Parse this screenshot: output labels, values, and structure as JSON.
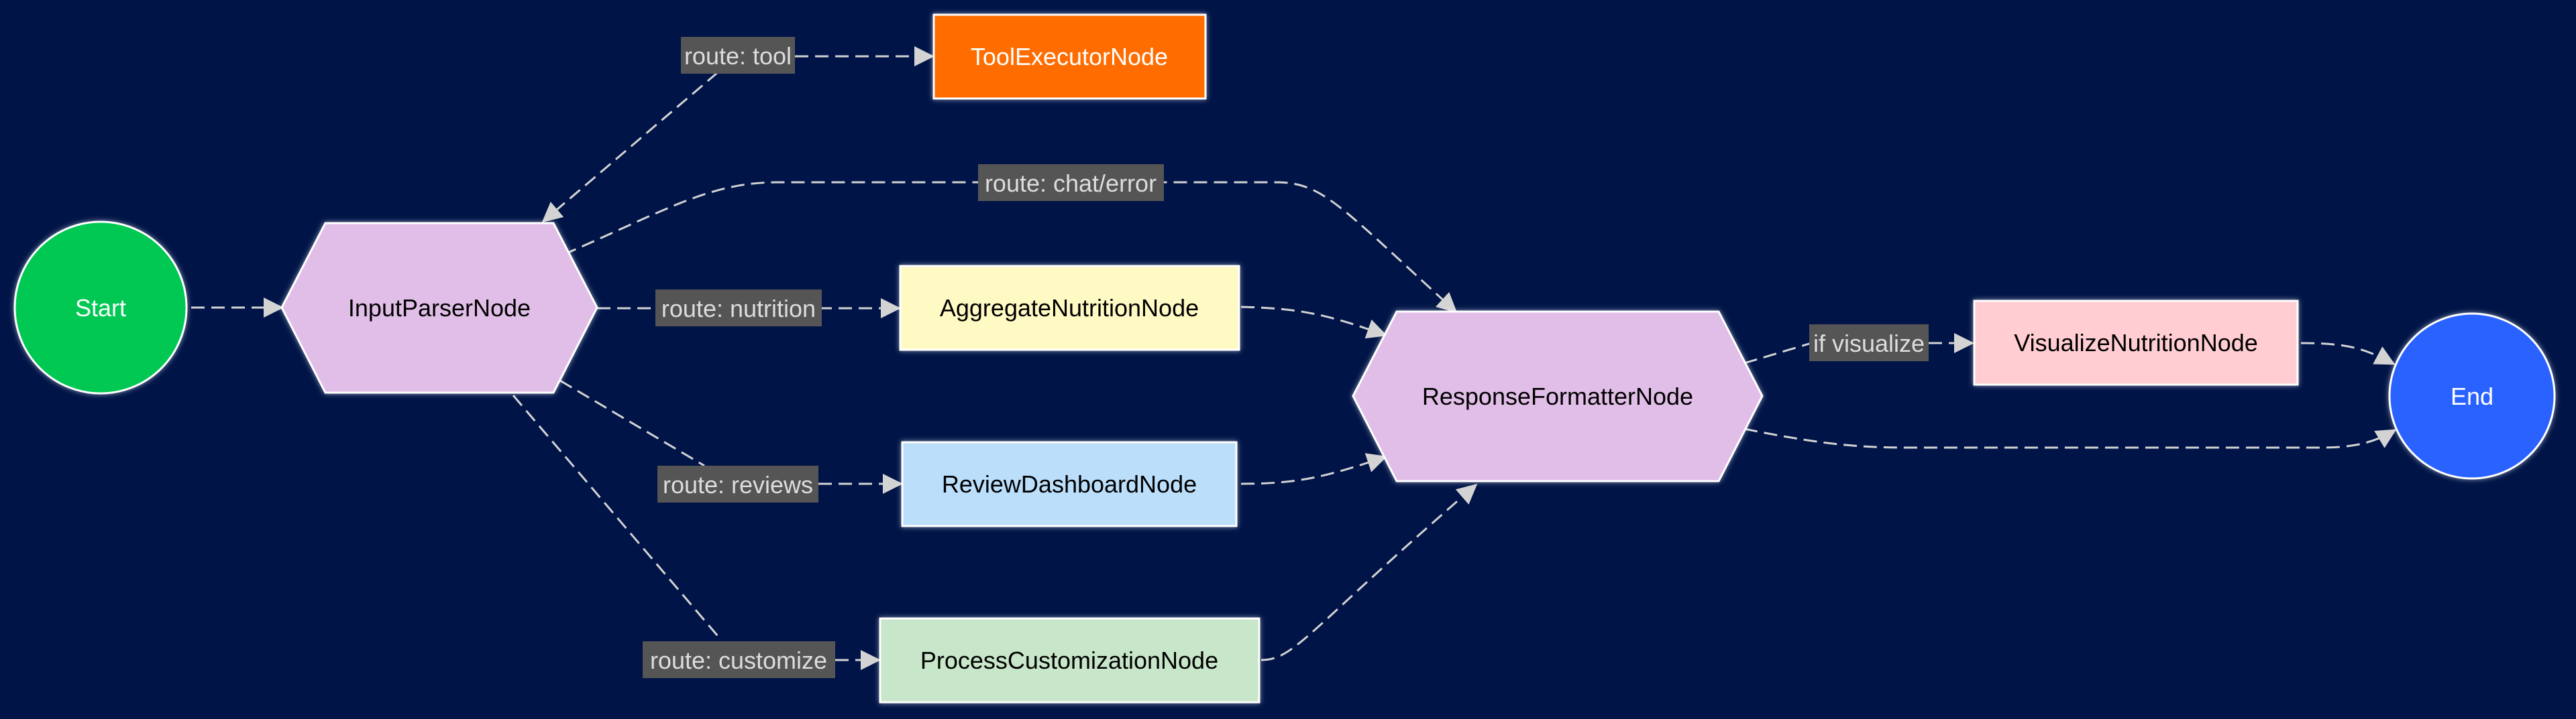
{
  "colors": {
    "background": "#001447",
    "edge": "#d3d3d3",
    "edge_label_bg": "#555555",
    "edge_label_text": "#dddddd"
  },
  "nodes": {
    "start": {
      "label": "Start",
      "shape": "circle",
      "fill": "#00c853"
    },
    "input_parser": {
      "label": "InputParserNode",
      "shape": "hexagon",
      "fill": "#e1bee7"
    },
    "tool_executor": {
      "label": "ToolExecutorNode",
      "shape": "rect",
      "fill": "#ff6d00"
    },
    "aggregate_nutrition": {
      "label": "AggregateNutritionNode",
      "shape": "rect",
      "fill": "#fff9c4"
    },
    "review_dashboard": {
      "label": "ReviewDashboardNode",
      "shape": "rect",
      "fill": "#bbdefb"
    },
    "process_customization": {
      "label": "ProcessCustomizationNode",
      "shape": "rect",
      "fill": "#c8e6c9"
    },
    "response_formatter": {
      "label": "ResponseFormatterNode",
      "shape": "hexagon",
      "fill": "#e1bee7"
    },
    "visualize_nutrition": {
      "label": "VisualizeNutritionNode",
      "shape": "rect",
      "fill": "#ffcdd2"
    },
    "end": {
      "label": "End",
      "shape": "circle",
      "fill": "#2962ff"
    }
  },
  "edges": [
    {
      "from": "Start",
      "to": "InputParserNode",
      "label": ""
    },
    {
      "from": "InputParserNode",
      "to": "ToolExecutorNode",
      "label": "route: tool"
    },
    {
      "from": "InputParserNode",
      "to": "ResponseFormatterNode",
      "label": "route: chat/error"
    },
    {
      "from": "InputParserNode",
      "to": "AggregateNutritionNode",
      "label": "route: nutrition"
    },
    {
      "from": "InputParserNode",
      "to": "ReviewDashboardNode",
      "label": "route: reviews"
    },
    {
      "from": "InputParserNode",
      "to": "ProcessCustomizationNode",
      "label": "route: customize"
    },
    {
      "from": "AggregateNutritionNode",
      "to": "ResponseFormatterNode",
      "label": ""
    },
    {
      "from": "ReviewDashboardNode",
      "to": "ResponseFormatterNode",
      "label": ""
    },
    {
      "from": "ProcessCustomizationNode",
      "to": "ResponseFormatterNode",
      "label": ""
    },
    {
      "from": "ResponseFormatterNode",
      "to": "VisualizeNutritionNode",
      "label": "if visualize"
    },
    {
      "from": "ResponseFormatterNode",
      "to": "End",
      "label": ""
    },
    {
      "from": "VisualizeNutritionNode",
      "to": "End",
      "label": ""
    }
  ],
  "edge_labels": {
    "tool": "route: tool",
    "chat_error": "route: chat/error",
    "nutrition": "route: nutrition",
    "reviews": "route: reviews",
    "customize": "route: customize",
    "visualize": "if visualize"
  }
}
